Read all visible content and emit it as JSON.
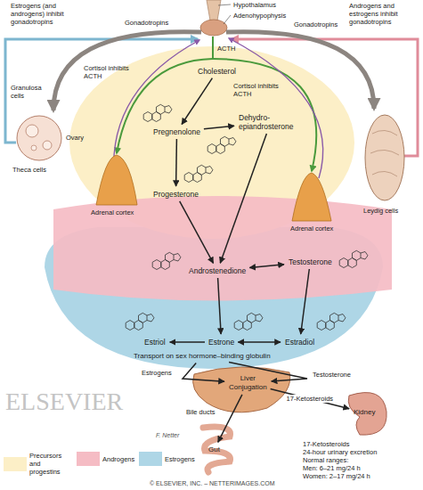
{
  "diagram": {
    "nodes": [
      {
        "text": [
          "Cholesterol"
        ]
      },
      {
        "text": [
          "Pregnenolone"
        ]
      },
      {
        "text": [
          "Dehydro-epiandrosterone"
        ]
      },
      {
        "text": [
          "Progesterone"
        ]
      },
      {
        "text": [
          "Androstenedione"
        ]
      },
      {
        "text": [
          "Testosterone"
        ]
      },
      {
        "text": [
          "Estrone"
        ]
      },
      {
        "text": [
          "Estradiol"
        ]
      },
      {
        "text": [
          "Estriol"
        ]
      },
      {
        "text": [
          "Transport on sex hormone–binding globulin"
        ]
      },
      {
        "text": [
          "Liver",
          "Conjugation"
        ]
      },
      {
        "text": [
          "Kidney"
        ]
      },
      {
        "text": [
          "Gut"
        ]
      }
    ],
    "edges": [
      {
        "from": 0,
        "to": 1,
        "arrow": "to"
      },
      {
        "from": 1,
        "to": 2,
        "arrow": "to"
      },
      {
        "from": 1,
        "to": 3,
        "arrow": "to"
      },
      {
        "from": 2,
        "to": 4,
        "arrow": "to"
      },
      {
        "from": 3,
        "to": 4,
        "arrow": "to"
      },
      {
        "from": 4,
        "to": 5,
        "arrow": "both"
      },
      {
        "from": 4,
        "to": 6,
        "arrow": "to"
      },
      {
        "from": 5,
        "to": 7,
        "arrow": "to"
      },
      {
        "from": 6,
        "to": 7,
        "arrow": "both"
      },
      {
        "from": 6,
        "to": 8,
        "arrow": "to"
      },
      {
        "from": 9,
        "to": 10,
        "label": "Estrogens",
        "arrow": "to"
      },
      {
        "from": 9,
        "to": 10,
        "label": "Testosterone",
        "arrow": "to"
      },
      {
        "from": 10,
        "to": 11,
        "label": "17-Ketosteroids",
        "arrow": "to"
      },
      {
        "from": 10,
        "to": 12,
        "label": "Bile ducts",
        "arrow": "to"
      }
    ],
    "labels": [
      "Hypothalamus",
      "Adenohypophysis",
      "Estrogens (and androgens) inhibit gonadotropins",
      "Androgens and estrogens inhibit gonadotropins",
      "Gonadotropins",
      "Gonadotropins",
      "ACTH",
      "Cortisol inhibits ACTH",
      "Cortisol inhibits ACTH",
      "Granulosa cells",
      "Ovary",
      "Theca cells",
      "Adrenal cortex",
      "Adrenal cortex",
      "Leydig cells",
      "17-Ketosteroids",
      "24-hour urinary excretion",
      "Normal ranges:",
      "Men: 6–21 mg/24 h",
      "Women: 2–17 mg/24 h",
      "F. Netter",
      "ELSEVIER",
      "© ELSEVIER, INC. – NETTERIMAGES.COM"
    ],
    "legend": [
      {
        "text": "Precursors and progestins",
        "color": "#fcefc7"
      },
      {
        "text": "Androgens",
        "color": "#f5bcc4"
      },
      {
        "text": "Estrogens",
        "color": "#aed6e6"
      }
    ]
  }
}
